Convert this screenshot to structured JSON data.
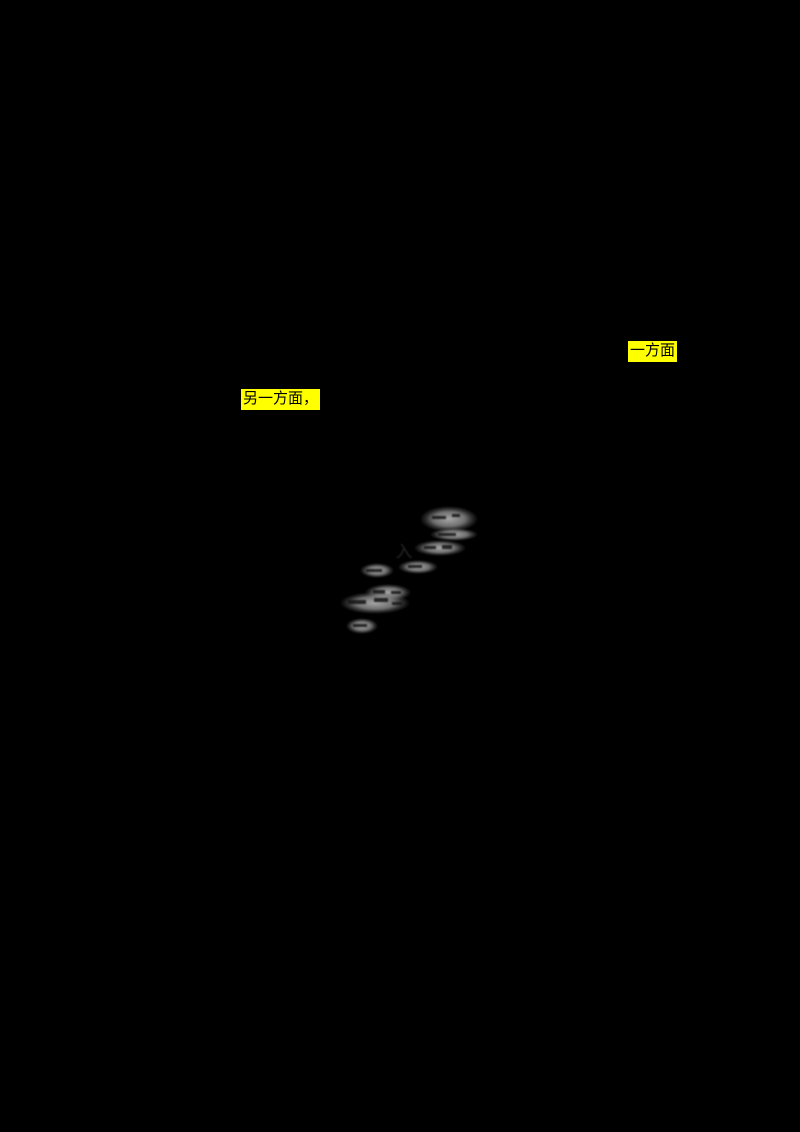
{
  "document": {
    "background_color": "#000000",
    "highlight_color": "#ffff00",
    "highlights": [
      {
        "text": "一方面"
      },
      {
        "text": "另一方面，"
      }
    ],
    "faint_text": "入"
  }
}
